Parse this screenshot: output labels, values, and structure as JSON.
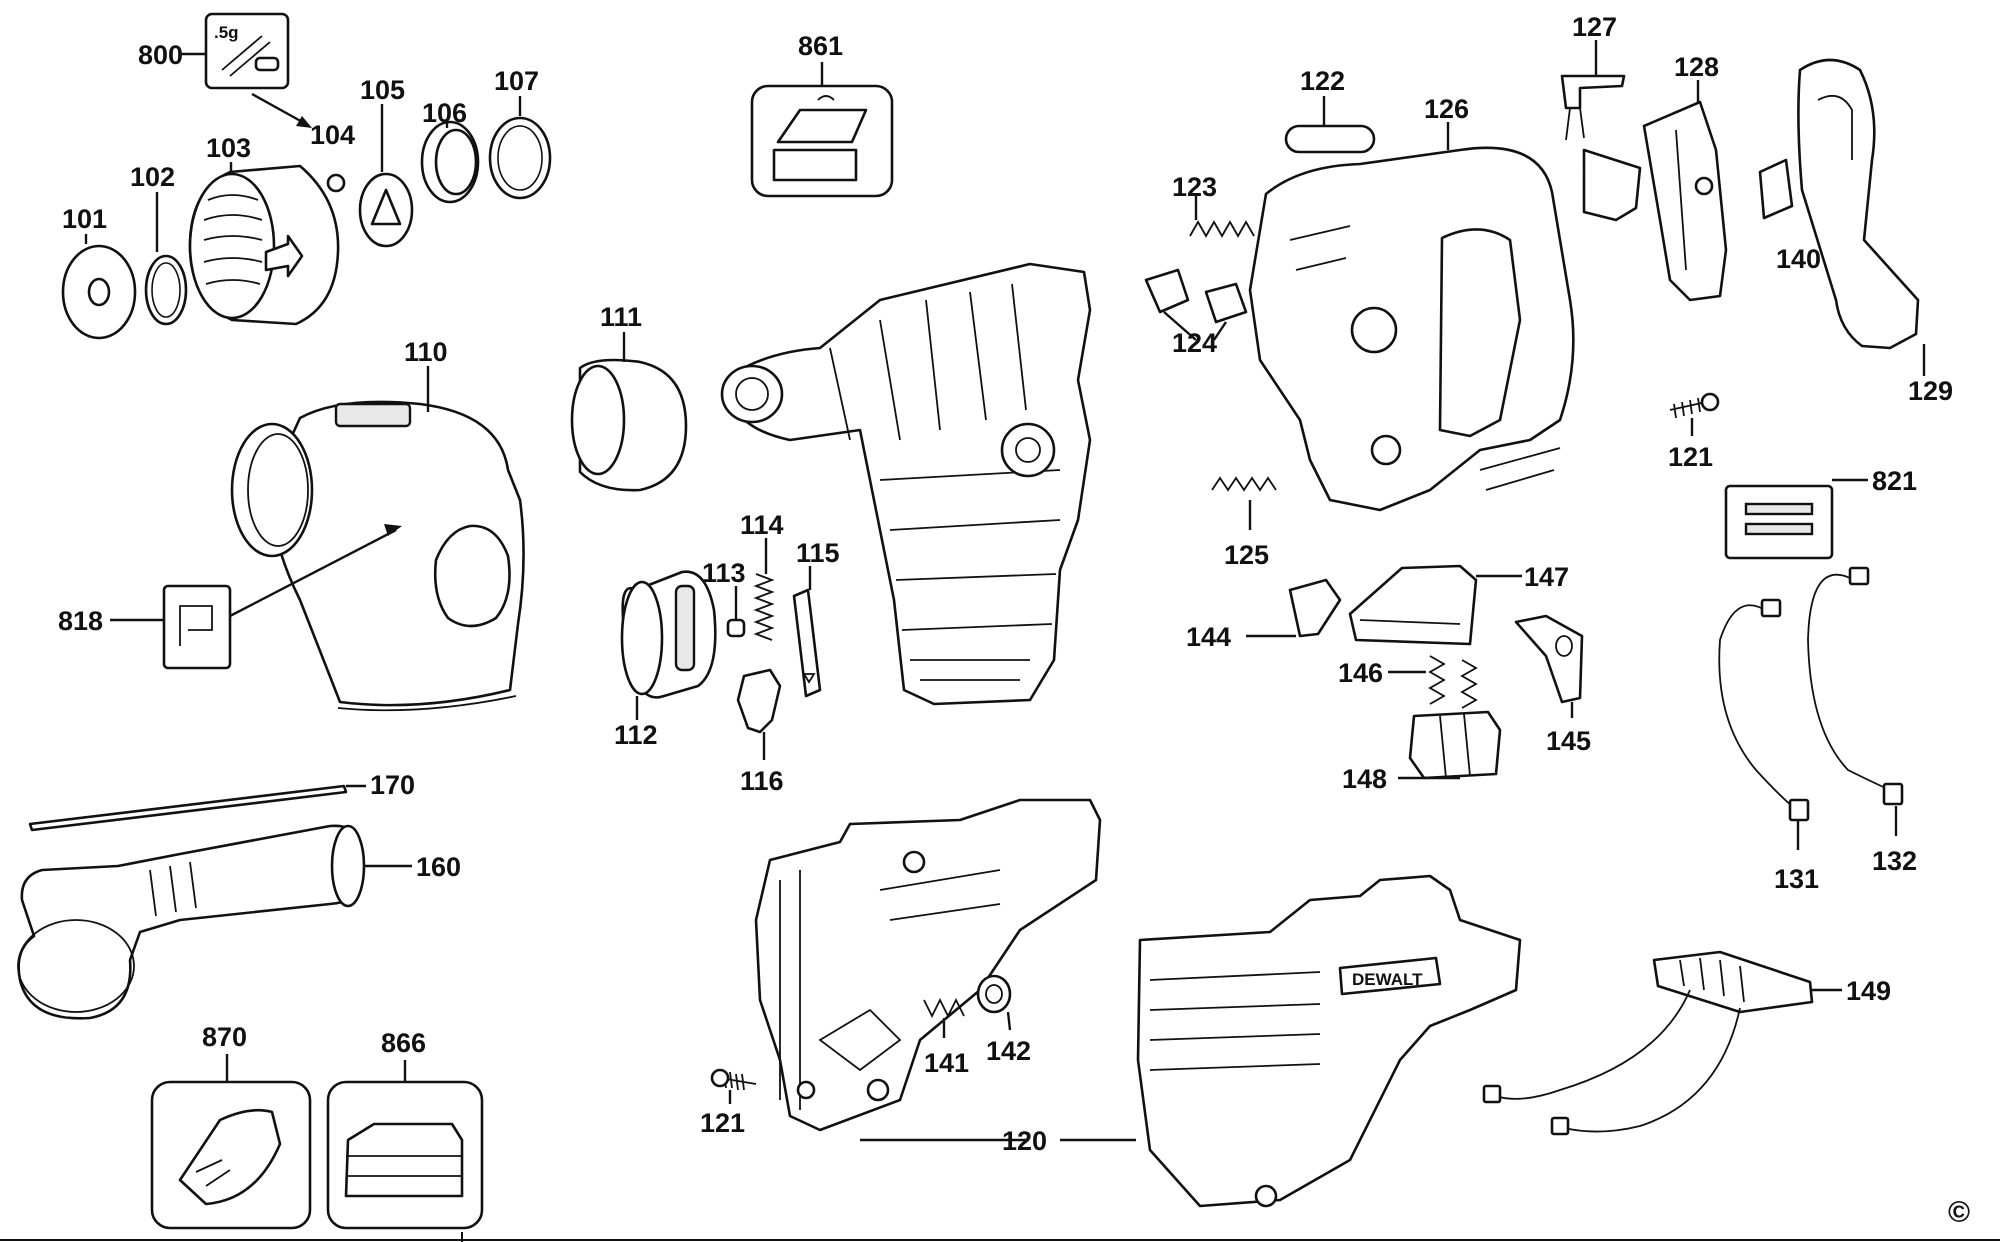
{
  "labels": {
    "p800": "800",
    "p800_note": ".5g",
    "p861": "861",
    "p870": "870",
    "p866": "866",
    "p101": "101",
    "p102": "102",
    "p103": "103",
    "p104": "104",
    "p105": "105",
    "p106": "106",
    "p107": "107",
    "p110": "110",
    "p111": "111",
    "p112": "112",
    "p113": "113",
    "p114": "114",
    "p115": "115",
    "p116": "116",
    "p120": "120",
    "p121a": "121",
    "p121b": "121",
    "p122": "122",
    "p123": "123",
    "p124": "124",
    "p125": "125",
    "p126": "126",
    "p127": "127",
    "p128": "128",
    "p129": "129",
    "p131": "131",
    "p132": "132",
    "p140": "140",
    "p141": "141",
    "p142": "142",
    "p144": "144",
    "p145": "145",
    "p146": "146",
    "p147": "147",
    "p148": "148",
    "p149": "149",
    "p160": "160",
    "p170": "170",
    "p818": "818",
    "p821": "821"
  },
  "brand_mark": "DEWALT",
  "copyright_symbol": "©",
  "colors": {
    "line": "#111111",
    "background": "#ffffff"
  }
}
